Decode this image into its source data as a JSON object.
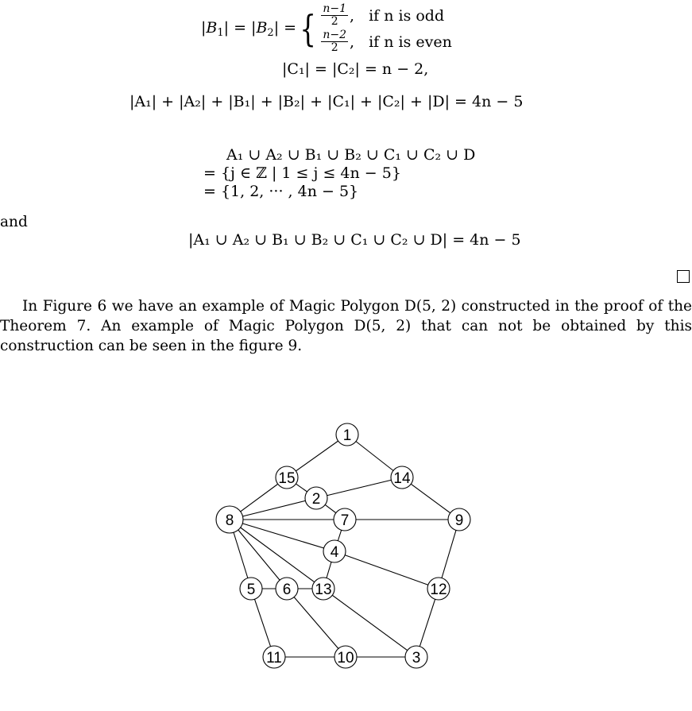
{
  "eq_b": {
    "lhs": "|B",
    "case_odd_num": "n−1",
    "case_odd_den": "2",
    "case_odd_cond": "if n is odd",
    "case_even_num": "n−2",
    "case_even_den": "2",
    "case_even_cond": "if n is even"
  },
  "eq_c": "|C₁| = |C₂| = n − 2,",
  "eq_sum": "|A₁| + |A₂| + |B₁| + |B₂| + |C₁| + |C₂| + |D| = 4n − 5",
  "union_lines": [
    "A₁ ∪ A₂ ∪ B₁ ∪ B₂ ∪ C₁ ∪ C₂ ∪ D",
    "=   {j ∈ ℤ | 1 ≤ j ≤ 4n − 5}",
    "=   {1, 2, ··· , 4n − 5}"
  ],
  "and_word": "and",
  "eq_card": "|A₁ ∪ A₂ ∪ B₁ ∪ B₂ ∪ C₁ ∪ C₂ ∪ D| = 4n − 5",
  "paragraph": "In Figure 6 we have an example of Magic Polygon D(5, 2) constructed in the proof of the Theorem 7. An example of Magic Polygon D(5, 2) that can not be obtained by this construction can be seen in the figure 9.",
  "graph": {
    "nodes": [
      {
        "id": "1",
        "label": "1"
      },
      {
        "id": "15",
        "label": "15"
      },
      {
        "id": "14",
        "label": "14"
      },
      {
        "id": "2",
        "label": "2"
      },
      {
        "id": "8",
        "label": "8"
      },
      {
        "id": "7",
        "label": "7"
      },
      {
        "id": "9",
        "label": "9"
      },
      {
        "id": "4",
        "label": "4"
      },
      {
        "id": "5",
        "label": "5"
      },
      {
        "id": "6",
        "label": "6"
      },
      {
        "id": "13",
        "label": "13"
      },
      {
        "id": "12",
        "label": "12"
      },
      {
        "id": "11",
        "label": "11"
      },
      {
        "id": "10",
        "label": "10"
      },
      {
        "id": "3",
        "label": "3"
      }
    ],
    "edges": [
      [
        "1",
        "15"
      ],
      [
        "1",
        "14"
      ],
      [
        "15",
        "8"
      ],
      [
        "14",
        "9"
      ],
      [
        "15",
        "2"
      ],
      [
        "2",
        "14"
      ],
      [
        "8",
        "2"
      ],
      [
        "2",
        "7"
      ],
      [
        "8",
        "7"
      ],
      [
        "7",
        "9"
      ],
      [
        "8",
        "4"
      ],
      [
        "7",
        "4"
      ],
      [
        "4",
        "13"
      ],
      [
        "4",
        "12"
      ],
      [
        "8",
        "6"
      ],
      [
        "8",
        "13"
      ],
      [
        "8",
        "5"
      ],
      [
        "9",
        "12"
      ],
      [
        "5",
        "6"
      ],
      [
        "6",
        "13"
      ],
      [
        "5",
        "11"
      ],
      [
        "6",
        "10"
      ],
      [
        "13",
        "3"
      ],
      [
        "12",
        "3"
      ],
      [
        "11",
        "10"
      ],
      [
        "10",
        "3"
      ]
    ]
  }
}
